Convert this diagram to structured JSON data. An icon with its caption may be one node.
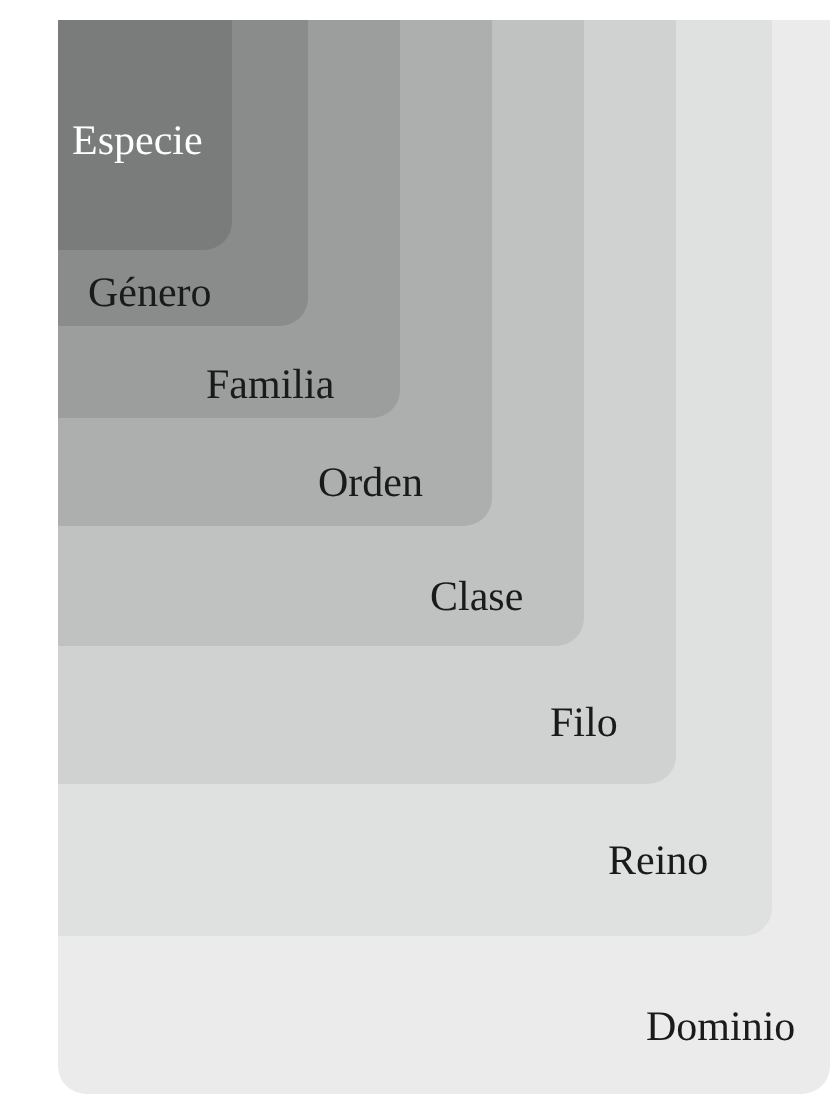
{
  "diagram": {
    "nodes": [
      {
        "text": [
          "Dominio"
        ]
      },
      {
        "text": [
          "Reino"
        ],
        "in": 0
      },
      {
        "text": [
          "Filo"
        ],
        "in": 1
      },
      {
        "text": [
          "Clase"
        ],
        "in": 2
      },
      {
        "text": [
          "Orden"
        ],
        "in": 3
      },
      {
        "text": [
          "Familia"
        ],
        "in": 4
      },
      {
        "text": [
          "Género"
        ],
        "in": 5
      },
      {
        "text": [
          "Especie"
        ],
        "in": 6
      }
    ]
  }
}
